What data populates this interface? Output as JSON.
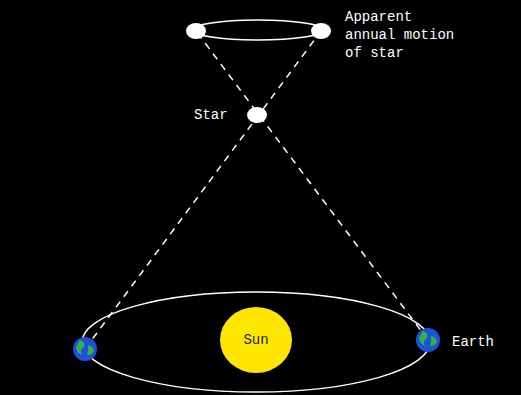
{
  "diagram": {
    "nodes": [
      {
        "text": [
          "Sun"
        ]
      }
    ],
    "labels": [
      "Apparent annual motion of star",
      "Star",
      "Earth"
    ]
  }
}
